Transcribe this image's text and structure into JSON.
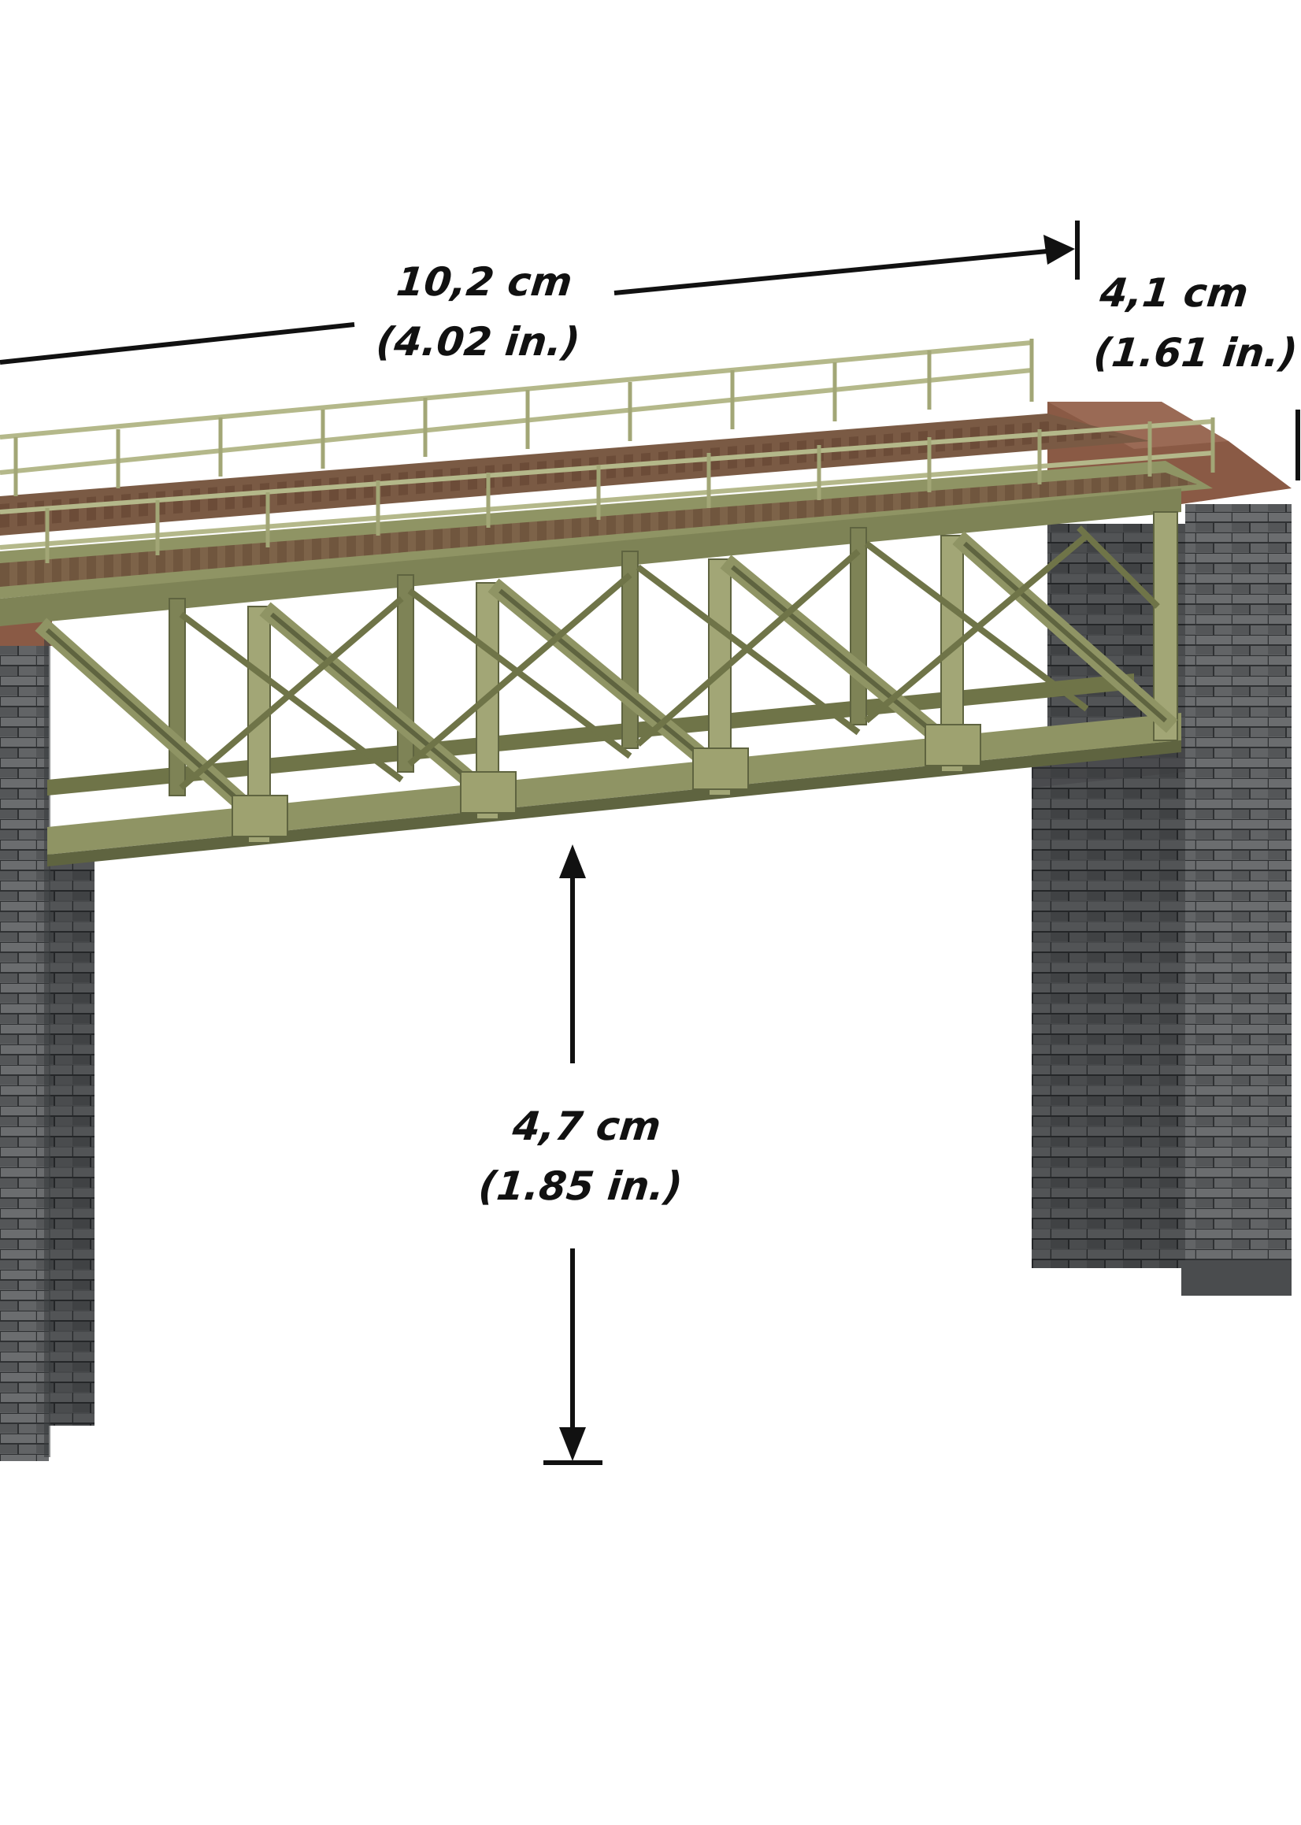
{
  "image": {
    "subject": "model-railway-steel-truss-bridge",
    "background_color": "#ffffff"
  },
  "dimensions": {
    "length": {
      "metric": "10,2 cm",
      "imperial": "(4.02 in.)"
    },
    "width": {
      "metric": "4,1 cm",
      "imperial": "(1.61 in.)"
    },
    "height": {
      "metric": "4,7 cm",
      "imperial": "(1.85 in.)"
    }
  },
  "colors": {
    "truss": "#8f9464",
    "truss_dark": "#5f6440",
    "truss_light": "#b4b88a",
    "deck": "#7a5a44",
    "deck_dark": "#5a3f2e",
    "stone": "#5d5f61",
    "stone_dark": "#3b3d3f",
    "stone_light": "#8a8c8e",
    "pier_cap": "#8a5a45",
    "dimension_line": "#111111"
  }
}
